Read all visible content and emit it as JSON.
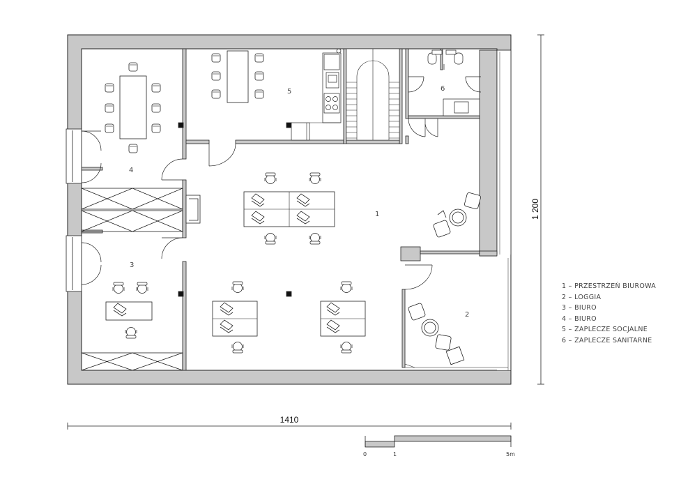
{
  "rooms": [
    {
      "number": "1",
      "name": "PRZESTRZEŃ BIUROWA"
    },
    {
      "number": "2",
      "name": "LOGGIA"
    },
    {
      "number": "3",
      "name": "BIURO"
    },
    {
      "number": "4",
      "name": "BIURO"
    },
    {
      "number": "5",
      "name": "ZAPLECZE SOCJALNE"
    },
    {
      "number": "6",
      "name": "ZAPLECZE SANITARNE"
    }
  ],
  "dimensions": {
    "width_label": "1410",
    "height_label": "1 200"
  },
  "scale_bar": {
    "labels": [
      "0",
      "1",
      "5m"
    ]
  },
  "colors": {
    "wall_fill": "#c8c8c8",
    "line": "#222222"
  }
}
